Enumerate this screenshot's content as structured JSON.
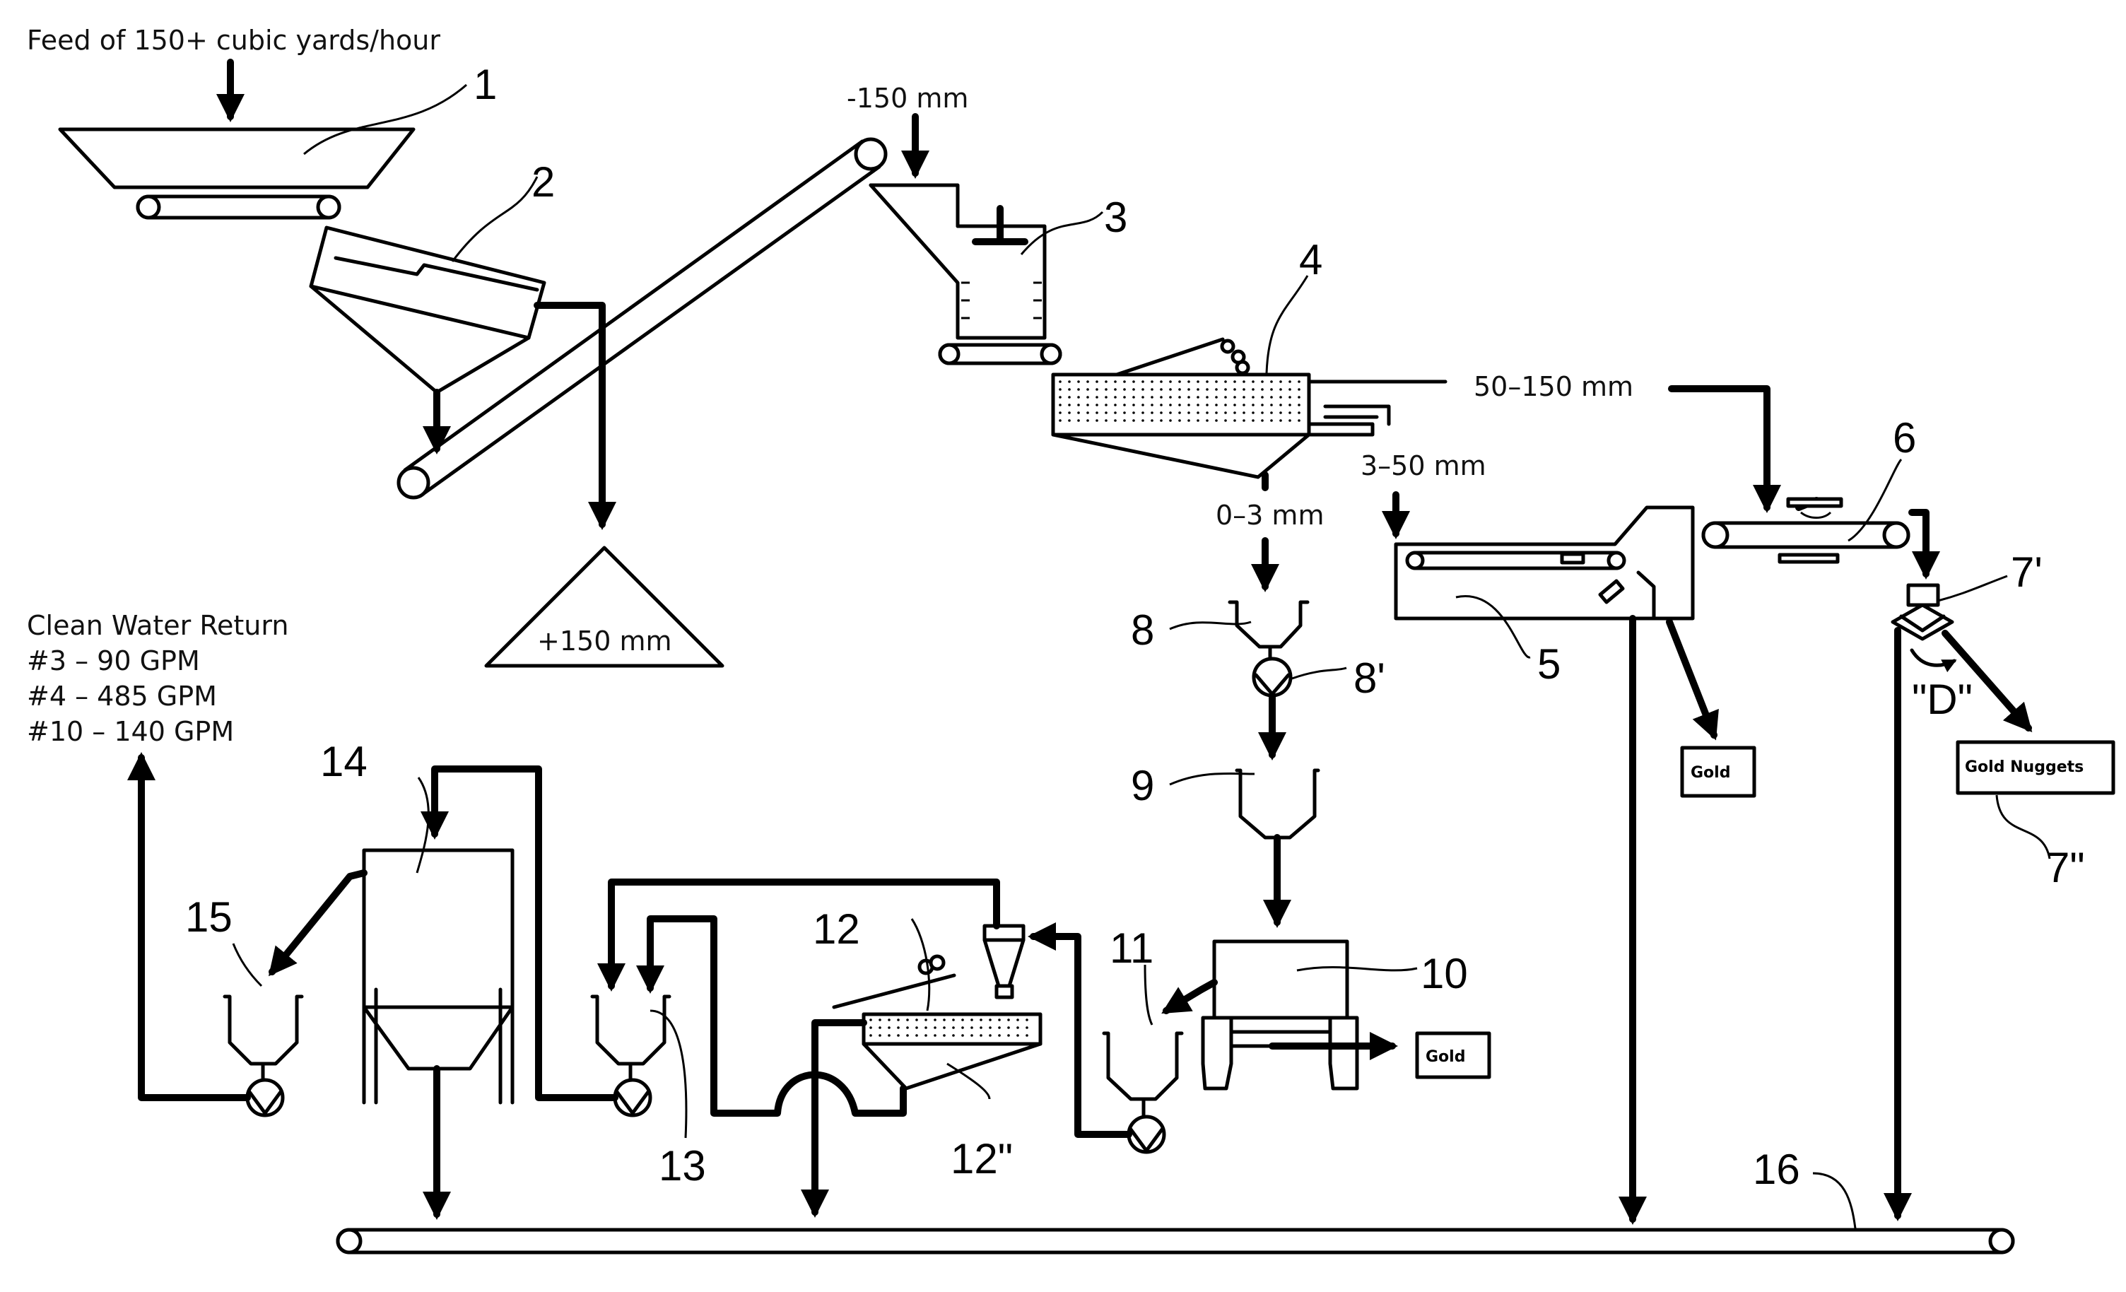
{
  "feed_label": "Feed of 150+ cubic yards/hour",
  "minus150_label": "-150 mm",
  "plus150_label": "+150 mm",
  "size_50_150": "50–150 mm",
  "size_3_50": "3–50 mm",
  "size_0_3": "0–3 mm",
  "water": {
    "title": "Clean Water Return",
    "lines": [
      "#3    –    90 GPM",
      "#4   – 485 GPM",
      "#10 – 140 GPM"
    ]
  },
  "boxes": {
    "gold_a": "Gold",
    "gold_b": "Gold",
    "gold_nuggets": "Gold Nuggets"
  },
  "d_label": "\"D\"",
  "numbers": {
    "n1": "1",
    "n2": "2",
    "n3": "3",
    "n4": "4",
    "n5": "5",
    "n6": "6",
    "n7p": "7'",
    "n7pp": "7\"",
    "n8": "8",
    "n8p": "8'",
    "n9": "9",
    "n10": "10",
    "n11": "11",
    "n12": "12",
    "n12pp": "12\"",
    "n13": "13",
    "n14": "14",
    "n15": "15",
    "n16": "16"
  }
}
